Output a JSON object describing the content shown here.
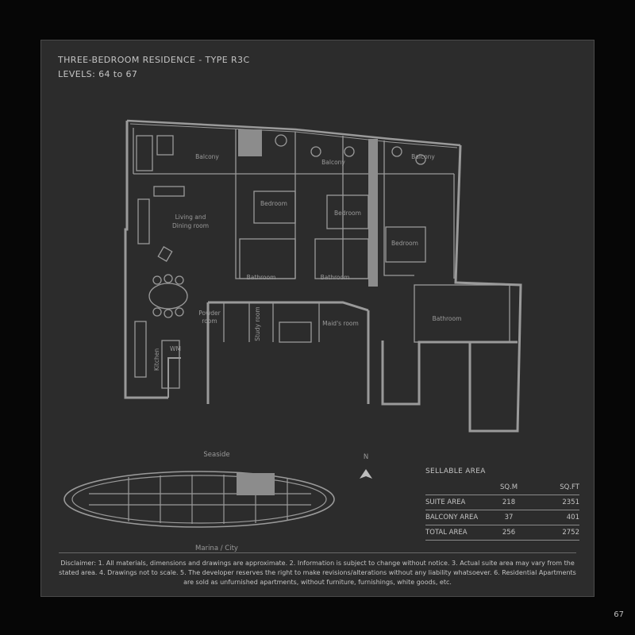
{
  "header": {
    "title": "THREE-BEDROOM RESIDENCE - TYPE R3C",
    "levels": "LEVELS: 64 to 67"
  },
  "floorplan": {
    "rooms": {
      "balcony_1": "Balcony",
      "balcony_2": "Balcony",
      "balcony_3": "Balcony",
      "living_line1": "Living and",
      "living_line2": "Dining room",
      "bedroom_1": "Bedroom",
      "bedroom_2": "Bedroom",
      "bedroom_3": "Bedroom",
      "bathroom_1": "Bathroom",
      "bathroom_2": "Bathroom",
      "bathroom_3": "Bathroom",
      "powder_line1": "Powder",
      "powder_line2": "room",
      "study": "Study room",
      "maids": "Maid's room",
      "kitchen": "Kitchen",
      "wm": "WM"
    }
  },
  "keyplan": {
    "top_label": "Seaside",
    "bottom_label": "Marina / City",
    "north": "N"
  },
  "sellable_area": {
    "title": "SELLABLE AREA",
    "headers": [
      "",
      "SQ.M",
      "SQ.FT"
    ],
    "rows": [
      {
        "label": "SUITE AREA",
        "sqm": "218",
        "sqft": "2351"
      },
      {
        "label": "BALCONY AREA",
        "sqm": "37",
        "sqft": "401"
      },
      {
        "label": "TOTAL AREA",
        "sqm": "256",
        "sqft": "2752"
      }
    ]
  },
  "disclaimer": "Disclaimer: 1. All materials, dimensions and drawings are approximate. 2. Information is subject to change without notice. 3. Actual suite area may vary from the stated area. 4. Drawings not to scale. 5. The developer reserves the right to make revisions/alterations without any liability whatsoever. 6. Residential Apartments are sold as unfurnished apartments, without furniture, furnishings, white goods, etc.",
  "page_number": "67",
  "colors": {
    "page_bg": "#060606",
    "panel_bg": "#2c2c2c",
    "line": "#9a9a9a",
    "highlight": "#8c8c8c"
  }
}
